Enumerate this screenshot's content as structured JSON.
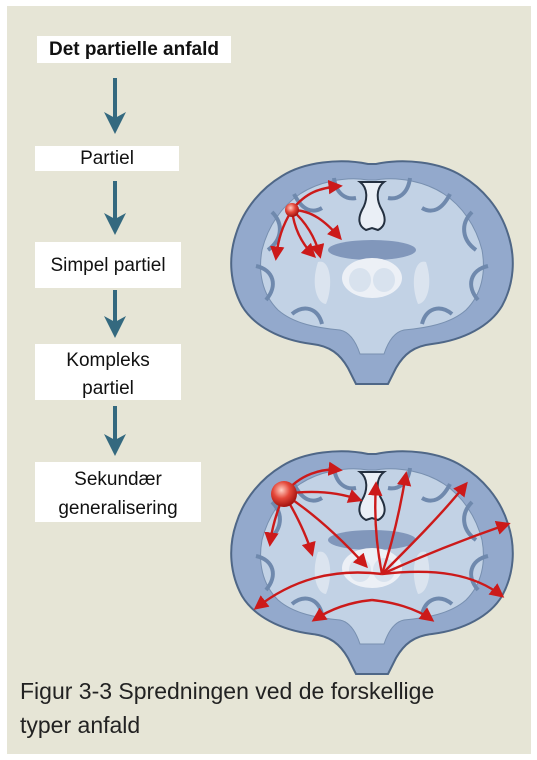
{
  "figure": {
    "title": "Det partielle anfald",
    "steps": [
      {
        "label": "Partiel"
      },
      {
        "label": "Simpel partiel"
      },
      {
        "label_lines": [
          "Kompleks",
          "partiel"
        ]
      },
      {
        "label_lines": [
          "Sekundær",
          "generalisering"
        ]
      }
    ],
    "caption_lines": [
      "Figur 3-3 Spredningen ved de forskellige",
      "typer anfald"
    ]
  },
  "colors": {
    "panel_background": "#e6e5d6",
    "arrow_blue": "#34697f",
    "brain_gray_matter": "#93a9cc",
    "brain_white_matter": "#c2d2e5",
    "brain_outline": "#4f6787",
    "spread_arrow_red": "#cc1a1a",
    "focus_red": "#d8332a"
  }
}
